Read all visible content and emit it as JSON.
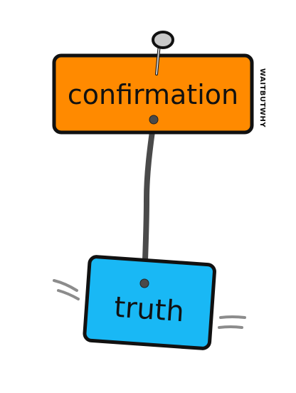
{
  "top_sign": {
    "label": "confirmation",
    "color": "#ff8a00"
  },
  "bottom_sign": {
    "label": "truth",
    "color": "#19b8f5"
  },
  "watermark": "WAITBUTWHY",
  "string_color": "#4a4a4a",
  "pin_color": "#c9c9c9",
  "outline_color": "#111111"
}
